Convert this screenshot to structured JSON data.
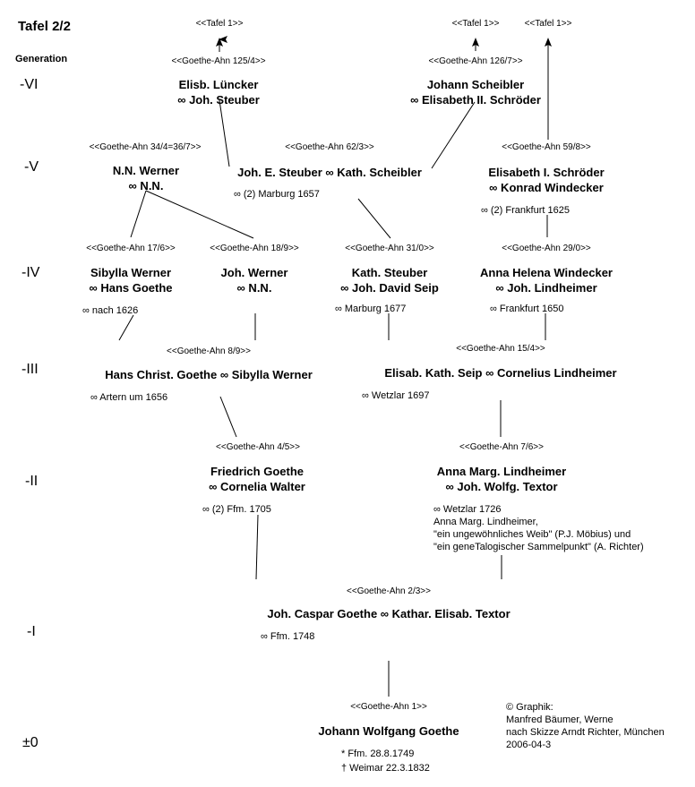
{
  "title": "Tafel 2/2",
  "generation_label": "Generation",
  "generations": [
    "-VI",
    "-V",
    "-IV",
    "-III",
    "-II",
    "-I",
    "±0"
  ],
  "tafel_links": [
    "<<Tafel 1>>",
    "<<Tafel 1>>",
    "<<Tafel 1>>"
  ],
  "persons": {
    "p125": {
      "ref": "<<Goethe-Ahn 125/4>>",
      "line1": "Elisb. Lüncker",
      "line2": "∞ Joh. Steuber"
    },
    "p126": {
      "ref": "<<Goethe-Ahn 126/7>>",
      "line1": "Johann Scheibler",
      "line2": "∞ Elisabeth II. Schröder"
    },
    "p34": {
      "ref": "<<Goethe-Ahn 34/4=36/7>>",
      "line1": "N.N. Werner",
      "line2": "∞ N.N."
    },
    "p62": {
      "ref": "<<Goethe-Ahn 62/3>>",
      "line1": "Joh. E. Steuber ∞ Kath. Scheibler",
      "note": "∞ (2) Marburg 1657"
    },
    "p59": {
      "ref": "<<Goethe-Ahn 59/8>>",
      "line1": "Elisabeth I. Schröder",
      "line2": "∞ Konrad Windecker",
      "note": "∞ (2) Frankfurt 1625"
    },
    "p17": {
      "ref": "<<Goethe-Ahn 17/6>>",
      "line1": "Sibylla Werner",
      "line2": "∞ Hans Goethe",
      "note": "∞ nach 1626"
    },
    "p18": {
      "ref": "<<Goethe-Ahn 18/9>>",
      "line1": "Joh. Werner",
      "line2": "∞ N.N."
    },
    "p31": {
      "ref": "<<Goethe-Ahn 31/0>>",
      "line1": "Kath. Steuber",
      "line2": "∞ Joh. David Seip",
      "note": "∞ Marburg 1677"
    },
    "p29": {
      "ref": "<<Goethe-Ahn 29/0>>",
      "line1": "Anna Helena Windecker",
      "line2": "∞ Joh. Lindheimer",
      "note": "∞ Frankfurt 1650"
    },
    "p8": {
      "ref": "<<Goethe-Ahn 8/9>>",
      "line1": "Hans Christ. Goethe ∞ Sibylla Werner",
      "note": "∞ Artern um 1656"
    },
    "p15": {
      "ref": "<<Goethe-Ahn 15/4>>",
      "line1": "Elisab. Kath. Seip ∞ Cornelius Lindheimer",
      "note": "∞ Wetzlar 1697"
    },
    "p4": {
      "ref": "<<Goethe-Ahn 4/5>>",
      "line1": "Friedrich Goethe",
      "line2": "∞ Cornelia Walter",
      "note": "∞ (2) Ffm. 1705"
    },
    "p7": {
      "ref": "<<Goethe-Ahn 7/6>>",
      "line1": "Anna Marg. Lindheimer",
      "line2": "∞ Joh. Wolfg. Textor",
      "notes": [
        "∞ Wetzlar 1726",
        "Anna Marg. Lindheimer,",
        "\"ein ungewöhnliches Weib\" (P.J. Möbius) und",
        "\"ein geneTalogischer Sammelpunkt\" (A. Richter)"
      ]
    },
    "p2": {
      "ref": "<<Goethe-Ahn 2/3>>",
      "line1": "Joh. Caspar Goethe ∞ Kathar. Elisab. Textor",
      "note": "∞ Ffm. 1748"
    },
    "p1": {
      "ref": "<<Goethe-Ahn 1>>",
      "line1": "Johann Wolfgang Goethe",
      "notes": [
        "* Ffm. 28.8.1749",
        "† Weimar 22.3.1832"
      ]
    }
  },
  "credits": [
    "© Graphik:",
    "Manfred Bäumer, Werne",
    "nach Skizze Arndt Richter, München",
    "2006-04-3"
  ]
}
